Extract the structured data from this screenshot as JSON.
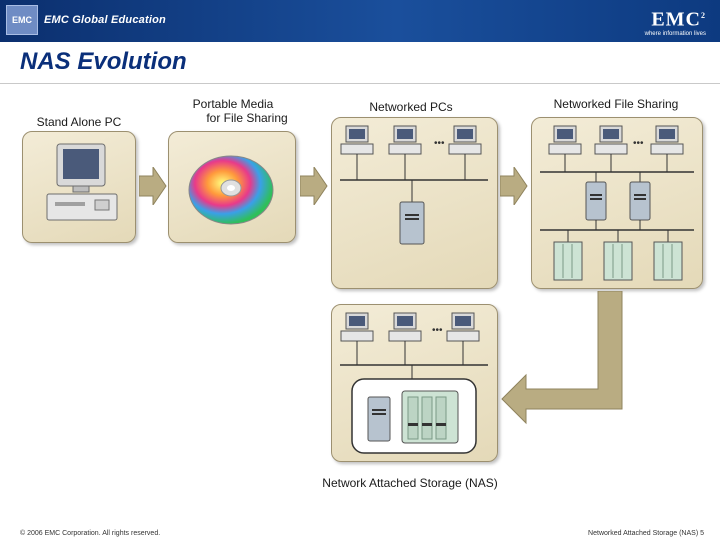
{
  "header": {
    "org_text": "EMC Global Education",
    "logo_mark": "EMC",
    "brand": "EMC",
    "brand_superscript": "2",
    "tagline": "where information lives"
  },
  "title": "NAS Evolution",
  "stages": [
    {
      "label": "Stand Alone PC"
    },
    {
      "label_line1": "Portable Media",
      "label_line2": "for File Sharing"
    },
    {
      "label": "Networked PCs"
    },
    {
      "label": "Networked File Sharing"
    }
  ],
  "nas_label": "Network Attached Storage (NAS)",
  "footer": {
    "copyright": "© 2006 EMC Corporation. All rights reserved.",
    "page_ref": "Networked Attached Storage (NAS) 5"
  },
  "colors": {
    "header": "#1a4f9c",
    "title": "#0a2f7a",
    "panel": "#e4d9b8",
    "arrow": "#b9ac82"
  }
}
